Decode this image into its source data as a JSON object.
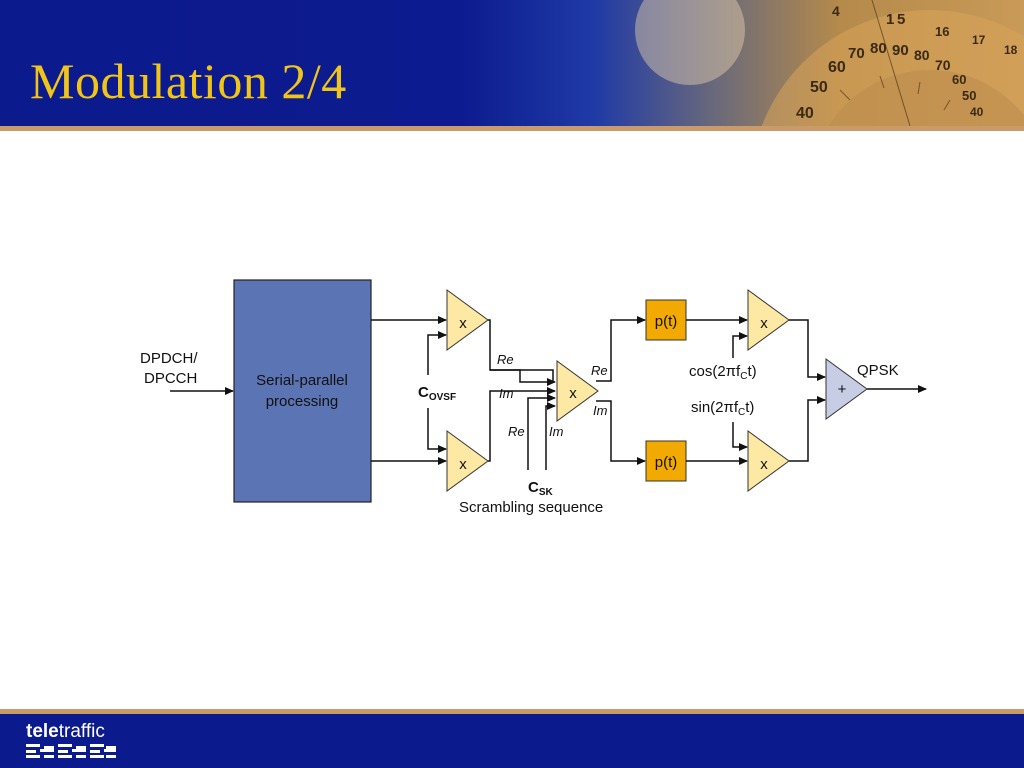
{
  "slide": {
    "title": "Modulation 2/4"
  },
  "colors": {
    "title": "#f0c419",
    "header_bg": "#0b1a8c",
    "rule": "#c99a6a",
    "block": "#5b74b4",
    "mixer": "#fde9a3",
    "pulse": "#f2a900",
    "adder": "#c8cde6"
  },
  "header_art": {
    "dial_numbers": [
      "4",
      "1",
      "5",
      "16",
      "17",
      "18",
      "70",
      "80",
      "90",
      "80",
      "70",
      "60",
      "50",
      "40",
      "60",
      "50",
      "40"
    ]
  },
  "diagram": {
    "input": {
      "line1": "DPDCH/",
      "line2": "DPCCH"
    },
    "block": {
      "line1": "Serial-parallel",
      "line2": "processing"
    },
    "mixers": {
      "symbol": "x"
    },
    "code": {
      "main": "C",
      "sub": "OVSF"
    },
    "scrambling": {
      "main": "C",
      "sub": "SK",
      "caption": "Scrambling sequence"
    },
    "branches": {
      "re": "Re",
      "im": "Im"
    },
    "pulse": {
      "label": "p(t)"
    },
    "carrier_cos": {
      "pre": "cos(2πf",
      "sub": "C",
      "post": "t)"
    },
    "carrier_sin": {
      "pre": "sin(2πf",
      "sub": "C",
      "post": "t)"
    },
    "adder": {
      "symbol": "+"
    },
    "output": {
      "label": "QPSK"
    }
  },
  "footer": {
    "logo_bold": "tele",
    "logo_regular": "traffic"
  }
}
